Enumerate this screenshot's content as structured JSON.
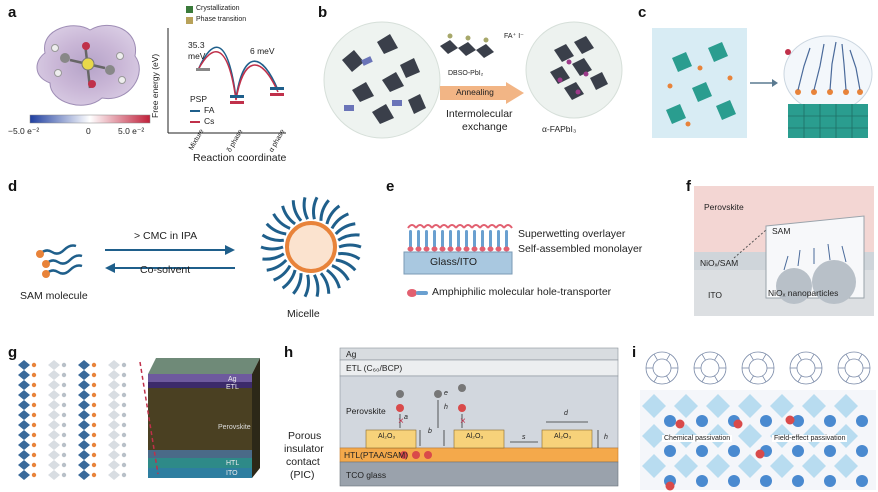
{
  "panel_labels": [
    "a",
    "b",
    "c",
    "d",
    "e",
    "f",
    "g",
    "h",
    "i"
  ],
  "a": {
    "colorbar_min": "−5.0 e⁻²",
    "colorbar_mid": "0",
    "colorbar_max": "5.0 e⁻²",
    "legend_top": [
      "Crystallization",
      "Phase transition"
    ],
    "legend_top_colors": [
      "#3a7a3a",
      "#b8a25a"
    ],
    "ylabel": "Free energy (eV)",
    "xlabel": "Reaction coordinate",
    "x_ticks": [
      "Mixture",
      "δ phase",
      "α phase"
    ],
    "barrier_1": "35.3",
    "barrier_1_unit": "meV",
    "barrier_2": "6 meV",
    "legend_title": "PSP",
    "legend_series": [
      "FA",
      "Cs"
    ],
    "series_colors": [
      "#1f5f8b",
      "#c0304a"
    ]
  },
  "b": {
    "small_label_1": "FA⁺ I⁻",
    "small_label_2": "DBSO-PbI₂",
    "arrow_label": "Annealing",
    "caption_line1": "Intermolecular",
    "caption_line2": "exchange",
    "product_label": "α-FAPbI₃"
  },
  "d": {
    "sam_label": "SAM molecule",
    "arrow_top": "> CMC in IPA",
    "arrow_bottom": "Co-solvent",
    "micelle_label": "Micelle"
  },
  "e": {
    "substrate": "Glass/ITO",
    "label_1": "Superwetting overlayer",
    "label_2": "Self-assembled monolayer",
    "legend": "Amphiphilic molecular hole-transporter"
  },
  "f": {
    "perovskite": "Perovskite",
    "sam": "SAM",
    "niox_sam": "NiOₓ/SAM",
    "ito": "ITO",
    "nanoparticles": "NiOₓ nanoparticles"
  },
  "g": {
    "layers": [
      "Ag",
      "ETL",
      "Perovskite",
      "HTL",
      "ITO"
    ]
  },
  "h": {
    "ag": "Ag",
    "etl": "ETL (C₆₀/BCP)",
    "perovskite": "Perovskite",
    "htl": "HTL(PTAA/SAM)",
    "tco": "TCO glass",
    "block": "Al₂O₃",
    "pic_lines": [
      "Porous",
      "insulator",
      "contact",
      "(PIC)"
    ],
    "dims": [
      "a",
      "b",
      "e",
      "h",
      "s",
      "d",
      "h"
    ]
  },
  "i": {
    "label_1": "Chemical passivation",
    "label_2": "Field-effect passivation"
  }
}
